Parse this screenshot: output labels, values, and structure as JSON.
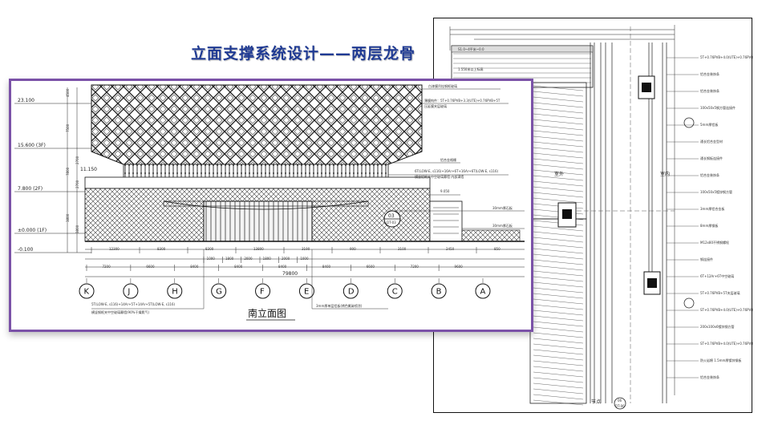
{
  "slide": {
    "title": "立面支撑系统设计——两层龙骨",
    "accent_color": "#1f3a93",
    "frame_color": "#7b52a8"
  },
  "elevation": {
    "drawing_title": "南立面图",
    "levels": [
      "23.100",
      "15.600 (3F)",
      "7.800 (2F)",
      "±0.000 (1F)",
      "-0.100"
    ],
    "left_dims": [
      "4500",
      "7500",
      "7800",
      "3800"
    ],
    "left_dims_extra": [
      "2700",
      "2700",
      "3800"
    ],
    "left_note": "11.150",
    "notes": [
      "白漆膜吊挂钢框玻璃",
      "薄膜构件：5T+0.76PVB+3.3(UTE)+0.76PVB+5T",
      "压延膜夹层玻璃",
      "铝合金格栅",
      "6T(LOW-E, s116)+16Ar+6T+16Ar+6T(LOW-E, s116)",
      "横竖铝框夹中空玻璃幕墙 内部满墙",
      "9.050",
      "30mm厚石板",
      "30mm厚石板"
    ],
    "callout": {
      "top": "03",
      "bottom": "DT-03"
    },
    "bottom_dims_row1": [
      "12300",
      "8300",
      "8300",
      "13800",
      "3190",
      "900",
      "3100",
      "2450",
      "850"
    ],
    "bottom_dims_row2": [
      "1000",
      "1800",
      "2000",
      "1800",
      "2000",
      "1000"
    ],
    "bottom_dims_row3": [
      "7200",
      "6600",
      "8400",
      "8400",
      "8400",
      "8400",
      "6600",
      "7200",
      "9600"
    ],
    "total_dim": "79800",
    "axes": [
      "K",
      "J",
      "H",
      "G",
      "F",
      "E",
      "D",
      "C",
      "B",
      "A"
    ],
    "glass_note_line1": "5T(LOW-E, s116)+14Ar+5T+14Ar+5T(LOW-E, s116)",
    "glass_note_line2": "横竖钢框夹中空玻璃幕墙(90%干燥氮气)",
    "steel_note": "3mm厚单层铝板(锈色氟碳喷涂)"
  },
  "detail": {
    "labels": [
      "S1.0~4平米~0.0",
      "1.550米以上标高",
      "室内",
      "室外"
    ],
    "right_notes": [
      "5T+0.76PVB+4.0(UTE)+0.76PVB+5T压延膜夹层玻璃",
      "铝合金装饰条",
      "铝合金装饰条",
      "100x50x5钢方管连接件",
      "5mm厚铝板",
      "通长铝合金型材",
      "通长钢板连接件",
      "铝合金装饰条",
      "100x50x5镀锌钢方管",
      "3mm厚铝合金板",
      "8mm厚钢板",
      "M12x80不锈钢螺栓",
      "钢连接件",
      "6T+12Ar+6T中空玻璃",
      "5T+0.76PVB+5T夹层玻璃",
      "ST+0.76PVB+4.0(UTE)+0.76PVB+5T压延膜夹层玻璃",
      "200x100x6镀锌钢方管",
      "ST+0.76PVB+4.0(UTE)+0.76PVB+5T压延膜夹层玻璃",
      "防火岩棉 1.5mm厚镀锌钢板",
      "铝合金装饰条"
    ],
    "section_label": "节点",
    "section_callout": {
      "top": "06",
      "bottom": "DT-06"
    }
  }
}
